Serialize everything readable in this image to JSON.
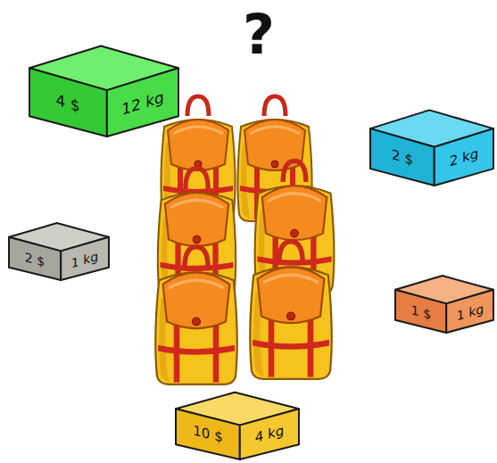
{
  "diagram": {
    "title": "?",
    "nodes": [
      {
        "text": [
          "4 $",
          "12 kg"
        ]
      },
      {
        "text": [
          "2 $",
          "2 kg"
        ]
      },
      {
        "text": [
          "2 $",
          "1 kg"
        ]
      },
      {
        "text": [
          "1 $",
          "1 kg"
        ]
      },
      {
        "text": [
          "10 $",
          "4 kg"
        ]
      }
    ]
  }
}
